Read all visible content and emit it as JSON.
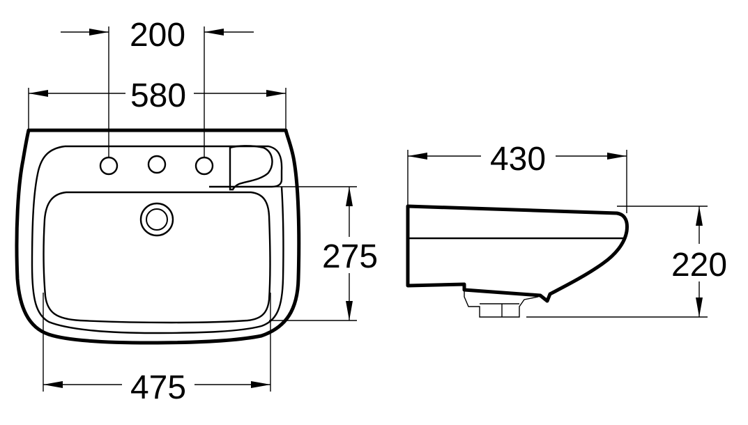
{
  "dimensions": {
    "tap_spacing": "200",
    "overall_width": "580",
    "bowl_depth_front": "275",
    "bowl_width": "475",
    "projection": "430",
    "height": "220"
  }
}
